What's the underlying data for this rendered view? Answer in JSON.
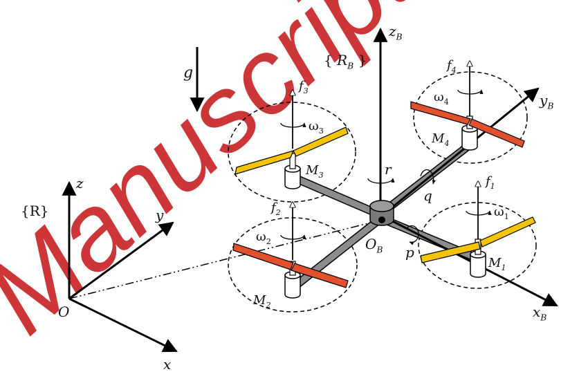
{
  "watermark": "Manuscript",
  "colors": {
    "watermark": "#c41417",
    "blade_red": "#e2502e",
    "blade_yellow": "#f4c400",
    "arm": "#8c8c8c",
    "ink": "#000000"
  },
  "inertial_frame": {
    "name": "{R}",
    "origin": "O",
    "axes": {
      "x": "x",
      "y": "y",
      "z": "z"
    }
  },
  "gravity": {
    "label": "g"
  },
  "body_frame": {
    "name": "{R_B}",
    "origin": "O_B",
    "axes": {
      "x": "x_B",
      "y": "y_B",
      "z": "z_B"
    },
    "rates": {
      "roll": "p",
      "pitch": "q",
      "yaw": "r"
    }
  },
  "rotors": [
    {
      "motor": "M_1",
      "force": "f_1",
      "speed": "ω_1",
      "blade": "yellow"
    },
    {
      "motor": "M_2",
      "force": "f_2",
      "speed": "ω_2",
      "blade": "red"
    },
    {
      "motor": "M_3",
      "force": "f_3",
      "speed": "ω_3",
      "blade": "yellow"
    },
    {
      "motor": "M_4",
      "force": "f_4",
      "speed": "ω_4",
      "blade": "red"
    }
  ]
}
